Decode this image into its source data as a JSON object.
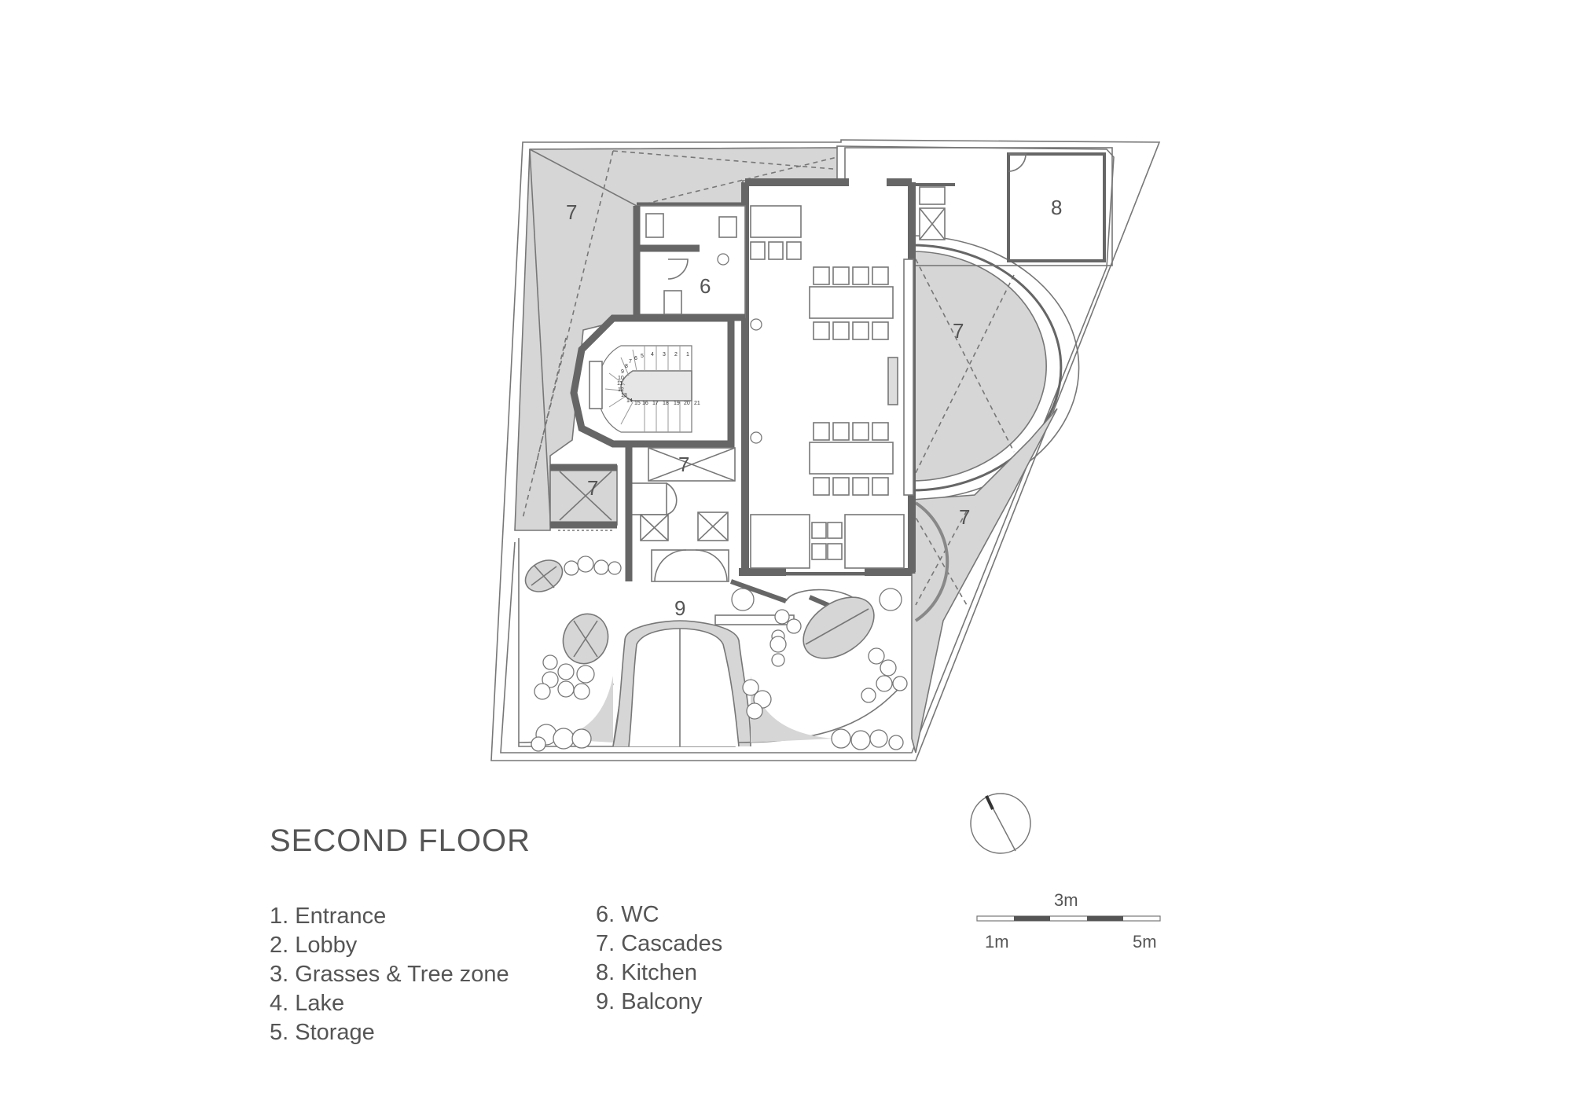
{
  "title": "SECOND FLOOR",
  "legend_left": [
    "1. Entrance",
    "2. Lobby",
    "3. Grasses & Tree zone",
    "4. Lake",
    "5. Storage"
  ],
  "legend_right": [
    "6. WC",
    "7. Cascades",
    "8. Kitchen",
    "9. Balcony"
  ],
  "room_labels": {
    "cascade_nw": "7",
    "kitchen": "8",
    "wc": "6",
    "cascade_east": "7",
    "cascade_center": "7",
    "cascade_west": "7",
    "cascade_se": "7",
    "balcony": "9"
  },
  "stair_numbers": [
    "1",
    "2",
    "3",
    "4",
    "5",
    "6",
    "7",
    "8",
    "9",
    "10",
    "11",
    "12",
    "13",
    "14",
    "15",
    "16",
    "17",
    "18",
    "19",
    "20",
    "21"
  ],
  "scale": {
    "top_label": "3m",
    "left_label": "1m",
    "right_label": "5m"
  },
  "colors": {
    "cascade_fill": "#d6d6d6",
    "wall_fill": "#666666",
    "line": "#777777",
    "text": "#555555"
  }
}
